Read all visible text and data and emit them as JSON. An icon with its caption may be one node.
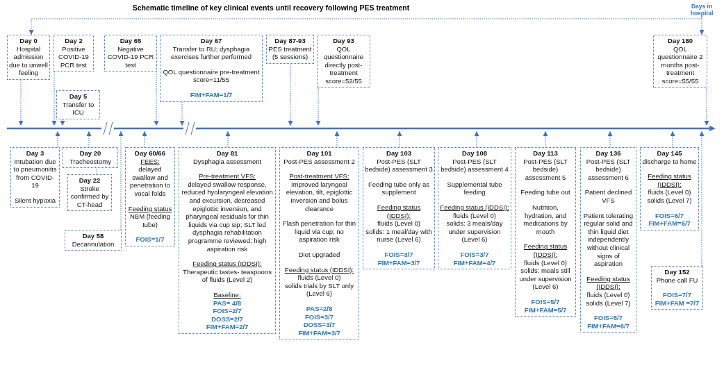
{
  "diagram": {
    "title": "Schematic timeline of key clinical events until recovery following PES treatment",
    "nodes": [
      {
        "text": [
          "Day 0",
          "Hospital admission due to unwell feeling"
        ]
      },
      {
        "text": [
          "Day 2",
          "Positive COVID-19 PCR test"
        ]
      },
      {
        "text": [
          "Day 5",
          "Transfer to ICU"
        ]
      },
      {
        "text": [
          "Day 65",
          "Negative COVID-19 PCR test"
        ]
      },
      {
        "text": [
          "Day 67",
          "Transfer to RU; dysphagia exercises further performed",
          "QOL questionnaire pre-treatment score=11/55",
          "FIM+FAM=1/7"
        ]
      },
      {
        "text": [
          "Day 87-93",
          "PES treatment (5 sessions)"
        ]
      },
      {
        "text": [
          "Day 93",
          "QOL questionnaire directly post-treatment score=52/55"
        ]
      },
      {
        "text": [
          "Days in hospital"
        ]
      },
      {
        "text": [
          "Day 180",
          "QOL questionnaire 2 months post-treatment score=55/55"
        ]
      },
      {
        "text": [],
        "shape": "bar"
      },
      {
        "text": [
          "Day 3",
          "Intubation due to pneumonitis from COVID-19",
          "Silent hypoxia"
        ]
      },
      {
        "text": [
          "Day 20",
          "Tracheostomy"
        ]
      },
      {
        "text": [
          "Day 22",
          "Stroke confirmed by CT-head"
        ]
      },
      {
        "text": [
          "Day 58",
          "Decannulation"
        ]
      },
      {
        "text": [
          "Day 60/66",
          "FEES:",
          "delayed swallow and penetration to vocal folds",
          "Feeding status",
          "NBM (feeding tube)",
          "FOIS=1/7"
        ]
      },
      {
        "text": [
          "Day 81",
          "Dysphagia assessment",
          "Pre-treatment VFS:",
          "delayed swallow response, reduced hyolaryngeal elevation and excursion, decreased epiglottic inversion, and pharyngeal residuals for thin liquids via cup sip; SLT led dysphagia rehabilitation programme reviewed; high aspiration risk",
          "Feeding status (IDDSI):",
          "Therapeutic tastes- teaspoons of fluids (Level 2)",
          "Baseline:",
          "PAS= 4/8",
          "FOIS=2/7",
          "DOSS=2/7",
          "FIM+FAM=2/7"
        ]
      },
      {
        "text": [
          "Day 101",
          "Post-PES assessment 2",
          "Post-treatment VFS:",
          "Improved laryngeal elevation, tilt, epiglottic inversion and bolus clearance",
          "Flash penetration for thin liquid via cup; no aspiration risk",
          "Diet upgraded",
          "Feeding status (IDDSI):",
          "fluids (Level 0)",
          "solids trials by SLT only (Level 6)",
          "PAS=2/8",
          "FOIS=3/7",
          "DOSS=3/7",
          "FIM+FAM=3/7"
        ]
      },
      {
        "text": [
          "Day 103",
          "Post-PES (SLT bedside) assessment 3",
          "Feeding tube only as supplement",
          "Feeding status (IDDSI):",
          "fluids (Level 0)",
          "solids: 1 meal/day with nurse (Level 6)",
          "FOIS=3/7",
          "FIM+FAM=3/7"
        ]
      },
      {
        "text": [
          "Day 108",
          "Post-PES (SLT bedside) assessment 4",
          "Supplemental tube feeding",
          "Feeding status (IDDSI):",
          "fluids (Level 0)",
          "solids: 3 meals/day under supervision (Level 6)",
          "FOIS=3/7",
          "FIM+FAM=4/7"
        ]
      },
      {
        "text": [
          "Day 113",
          "Post-PES (SLT bedside) assessment 5",
          "Feeding tube out",
          "Nutrition, hydration, and medications by mouth",
          "Feeding status (IDDSI):",
          "fluids (Level 0)",
          "solids: meals still under supervision (Level 6)",
          "FOIS=5/7",
          "FIM+FAM=5/7"
        ]
      },
      {
        "text": [
          "Day 136",
          "Post-PES (SLT bedside) assessment 6",
          "Patient declined VFS",
          "Patient tolerating regular solid and thin liquid diet independently without clinical signs of aspiration",
          "Feeding status (IDDSI):",
          "fluids (Level 0)",
          "solids (Level 7)",
          "FOIS=5/7",
          "FIM+FAM=6/7"
        ]
      },
      {
        "text": [
          "Day 145",
          "discharge to home",
          "Feeding status (IDDSI):",
          "fluids (Level 0)",
          "solids (Level 7)",
          "FOIS=6/7",
          "FIM+FAM=6/7"
        ]
      },
      {
        "text": [
          "Day 152",
          "Phone call FU",
          "FOIS=7/7",
          "FIM+FAM =7/7"
        ]
      }
    ],
    "edges": [
      {
        "from": 7,
        "to": 0,
        "arrow": "to"
      },
      {
        "from": 7,
        "to": 8,
        "arrow": "to"
      },
      {
        "from": 0,
        "to": 9,
        "arrow": "to"
      },
      {
        "from": 1,
        "to": 9,
        "arrow": "to"
      },
      {
        "from": 2,
        "to": 9,
        "arrow": "to"
      },
      {
        "from": 3,
        "to": 9,
        "arrow": "to"
      },
      {
        "from": 4,
        "to": 9,
        "arrow": "to"
      },
      {
        "from": 5,
        "to": 9,
        "arrow": "to"
      },
      {
        "from": 6,
        "to": 9,
        "arrow": "to"
      },
      {
        "from": 8,
        "to": 9,
        "arrow": "to"
      },
      {
        "from": 10,
        "to": 9,
        "arrow": "to"
      },
      {
        "from": 11,
        "to": 9,
        "arrow": "to"
      },
      {
        "from": 12,
        "to": 11,
        "arrow": "none"
      },
      {
        "from": 13,
        "to": 9,
        "arrow": "to"
      },
      {
        "from": 14,
        "to": 9,
        "arrow": "to"
      },
      {
        "from": 15,
        "to": 9,
        "arrow": "to"
      },
      {
        "from": 16,
        "to": 9,
        "arrow": "to"
      },
      {
        "from": 17,
        "to": 9,
        "arrow": "to"
      },
      {
        "from": 18,
        "to": 9,
        "arrow": "to"
      },
      {
        "from": 19,
        "to": 9,
        "arrow": "to"
      },
      {
        "from": 20,
        "to": 9,
        "arrow": "to"
      },
      {
        "from": 21,
        "to": 9,
        "arrow": "to"
      },
      {
        "from": 22,
        "to": 9,
        "arrow": "to"
      }
    ]
  }
}
